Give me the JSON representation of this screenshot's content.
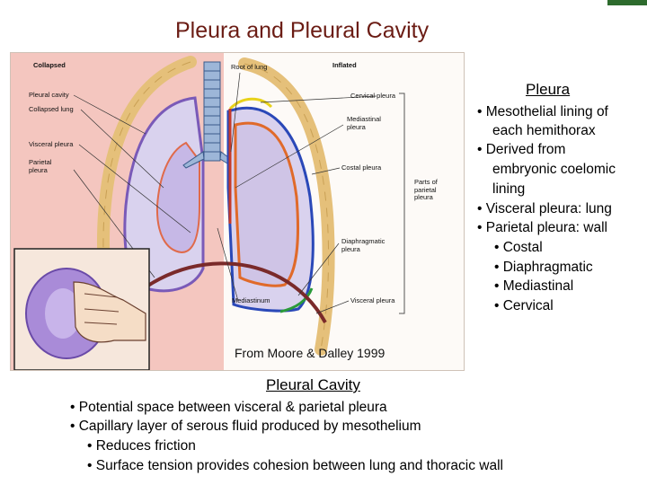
{
  "title": "Pleura and Pleural Cavity",
  "figure": {
    "label_collapsed": "Collapsed",
    "label_inflated": "Inflated",
    "label_pleural_cavity": "Pleural cavity",
    "label_collapsed_lung": "Collapsed lung",
    "label_visceral_pleura_left": "Visceral pleura",
    "label_parietal_pleura": "Parietal pleura",
    "label_root_of_lung": "Root of lung",
    "label_cervical_pleura": "Cervical pleura",
    "label_mediastinal_pleura": "Mediastinal pleura",
    "label_costal_pleura": "Costal pleura",
    "label_parts_parietal": "Parts of parietal pleura",
    "label_diaphragmatic_pleura": "Diaphragmatic pleura",
    "label_mediastinum": "Mediastinum",
    "label_visceral_pleura_right": "Visceral pleura",
    "credit": "From Moore & Dalley 1999",
    "colors": {
      "collapsed_bg": "#f4c6bf",
      "cervical": "#e8d21a",
      "mediastinal": "#c43a2a",
      "costal": "#2a48b8",
      "diaphragmatic": "#2a9a3a",
      "visceral": "#7a5ab8",
      "lung_fill": "#cfc4e6",
      "collapsed_lung": "#a98bd8"
    }
  },
  "pleura": {
    "heading": "Pleura",
    "lines": [
      "• Mesothelial lining of",
      "each hemithorax",
      "• Derived from",
      "embryonic coelomic",
      "lining",
      "• Visceral pleura: lung",
      "• Parietal pleura: wall",
      "• Costal",
      "• Diaphragmatic",
      "• Mediastinal",
      "• Cervical"
    ]
  },
  "cavity": {
    "heading": "Pleural Cavity",
    "lines": [
      "• Potential space between visceral & parietal pleura",
      "• Capillary layer of serous fluid produced by mesothelium",
      "• Reduces friction",
      "• Surface tension provides cohesion between lung and thoracic wall"
    ]
  }
}
